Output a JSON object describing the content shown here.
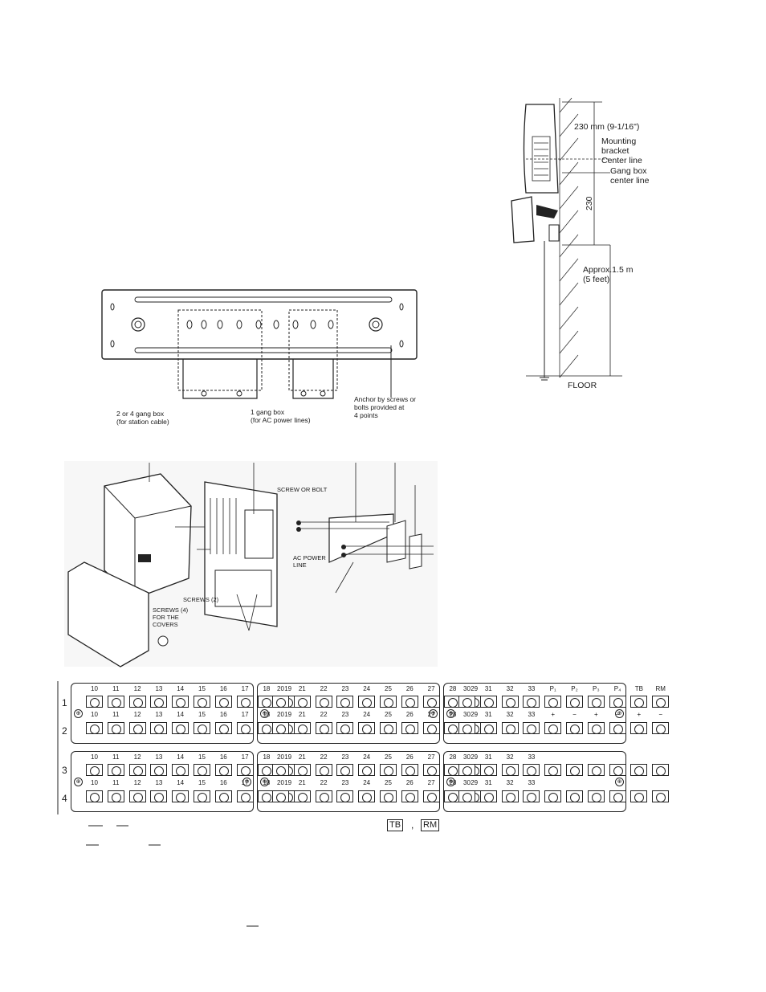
{
  "side_view": {
    "dim_230mm": "230 mm (9-1/16\")",
    "mounting_bracket": "Mounting\nbracket\nCenter line",
    "gang_box": "Gang box\ncenter line",
    "dim_230_vertical": "230",
    "approx_height": "Approx.1.5 m\n(5 feet)",
    "floor": "FLOOR"
  },
  "bracket": {
    "gang_box_2_4": "2  or 4 gang box\n(for station cable)",
    "gang_box_1": "1 gang box\n(for AC power lines)",
    "anchor": "Anchor by screws or\nbolts provided at\n4 points"
  },
  "exploded": {
    "screw_or_bolt": "SCREW OR BOLT",
    "ac_power_line": "AC POWER\nLINE",
    "screws_2": "SCREWS (2)",
    "screws_4": "SCREWS (4)\nFOR THE\nCOVERS"
  },
  "terminals": {
    "row_labels": [
      "1",
      "2",
      "3",
      "4"
    ],
    "block1_top": [
      "10",
      "11",
      "12",
      "13",
      "14",
      "15",
      "16",
      "17",
      "18",
      "19"
    ],
    "block2_top": [
      "20",
      "21",
      "22",
      "23",
      "24",
      "25",
      "26",
      "27",
      "28",
      "29"
    ],
    "block3_top_a": [
      "30",
      "31",
      "32",
      "33",
      "P₁",
      "P₂",
      "P₃",
      "P₄",
      "TB",
      "RM"
    ],
    "block3_mid_a": [
      "30",
      "31",
      "32",
      "33",
      "+",
      "−",
      "+",
      "−",
      "+",
      "−"
    ],
    "block3_top_b": [
      "30",
      "31",
      "32",
      "33"
    ],
    "block3_mid_b": [
      "30",
      "31",
      "32",
      "33"
    ]
  },
  "footnote": {
    "tb": "TB",
    "sep": ",",
    "rm": "RM"
  }
}
